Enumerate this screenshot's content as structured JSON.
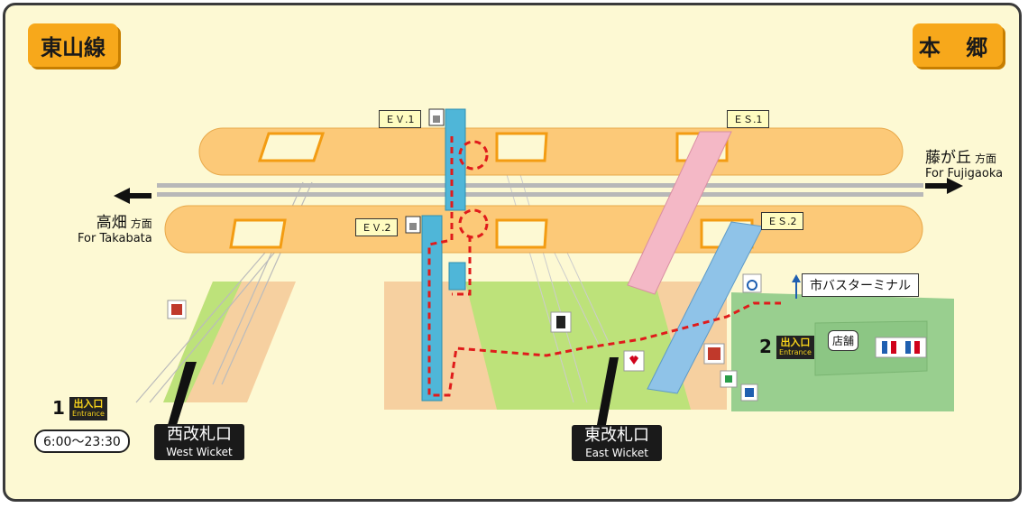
{
  "header": {
    "line_name": "東山線",
    "station_name": "本 郷"
  },
  "directions": {
    "right": {
      "jp": "藤が丘",
      "suffix": "方面",
      "en": "For Fujigaoka"
    },
    "left": {
      "jp": "高畑",
      "suffix": "方面",
      "en": "For Takabata"
    }
  },
  "facility_tags": {
    "ev1": "ＥＶ.1",
    "ev2": "ＥＶ.2",
    "es1": "ＥＳ.1",
    "es2": "ＥＳ.2"
  },
  "exits": [
    {
      "number": "1",
      "label": "出入口",
      "en": "Entrance",
      "hours": "6:00〜23:30"
    },
    {
      "number": "2",
      "label": "出入口",
      "en": "Entrance"
    }
  ],
  "wickets": {
    "west": {
      "jp": "西改札口",
      "en": "West Wicket"
    },
    "east": {
      "jp": "東改札口",
      "en": "East Wicket"
    }
  },
  "labels": {
    "bus_terminal": "市バスターミナル",
    "shop": "店舗"
  },
  "icons": [
    "elevator-icon",
    "ticket-machine-icon",
    "station-office-icon",
    "aed-icon",
    "telephone-icon",
    "wheelchair-icon",
    "restroom-icon",
    "coin-locker-icon"
  ],
  "colors": {
    "platform": "#fcc978",
    "concourse": "#bde27a",
    "elevator": "#4fb6d8",
    "escalator_es1": "#f4b8c6",
    "escalator_es2": "#8fc3e8",
    "barrier_free_route": "#e01b1b",
    "badge": "#f7a81b",
    "outside_area": "#99cf8f"
  }
}
